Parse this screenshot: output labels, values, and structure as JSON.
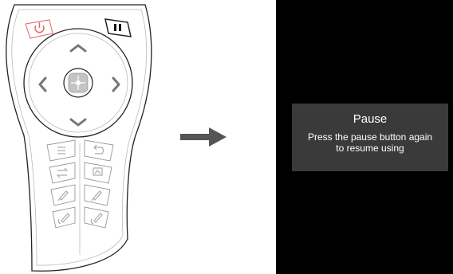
{
  "remote": {
    "buttons": {
      "power": "power-icon",
      "pause": "pause-icon",
      "up": "chevron-up-icon",
      "down": "chevron-down-icon",
      "left": "chevron-left-icon",
      "right": "chevron-right-icon",
      "center": "ok-icon",
      "menu": "menu-icon",
      "back": "back-icon",
      "swap": "swap-icon",
      "mode": "mode-icon",
      "row3_left": "pen-icon",
      "row3_right": "pen-icon",
      "row4_left": "draw-icon",
      "row4_right": "draw-icon"
    },
    "colors": {
      "power_accent": "#e8626a",
      "outline": "#333333",
      "icon_gray": "#a8a8a8"
    }
  },
  "arrow": {
    "icon": "right-arrow-icon",
    "color": "#555555"
  },
  "screen": {
    "popup": {
      "title": "Pause",
      "message_line1": "Press the pause button again",
      "message_line2": "to resume using"
    }
  }
}
